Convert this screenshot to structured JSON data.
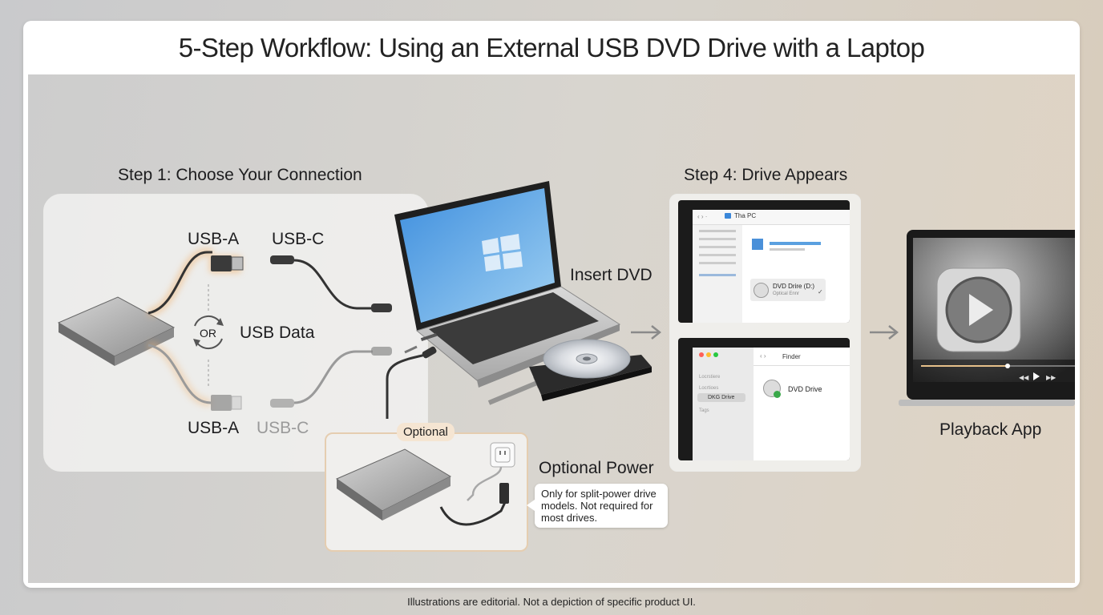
{
  "title": "5-Step Workflow: Using an External USB DVD Drive with a Laptop",
  "step1": {
    "heading": "Step 1: Choose Your Connection",
    "top_left_port": "USB-A",
    "top_right_port": "USB-C",
    "bottom_left_port": "USB-A",
    "bottom_right_port": "USB-C",
    "or_label": "OR",
    "data_label": "USB Data"
  },
  "insert": {
    "label": "Insert DVD"
  },
  "power": {
    "tag": "Optional",
    "heading": "Optional Power",
    "note": "Only for split-power drive models. Not required for most drives."
  },
  "step4": {
    "heading": "Step 4: Drive Appears",
    "windows": {
      "location": "Tha PC",
      "drive_name": "DVD Drire (D:)",
      "drive_sub": "Optical Ennr"
    },
    "mac": {
      "window_title": "Finder",
      "side_label_1": "Locrstiere",
      "side_label_2": "Locrtioes",
      "side_item": "DKG Drive",
      "side_label_3": "Tags",
      "drive_name": "DVD Drive"
    }
  },
  "playback": {
    "label": "Playback App"
  },
  "footer": "Illustrations are editorial. Not a depiction of specific product UI.",
  "colors": {
    "highlight_glow": "#f0b77a",
    "screen_blue": "#4f9be0",
    "check_green": "#3aa84a",
    "accent_tag": "#f5e5d2"
  }
}
